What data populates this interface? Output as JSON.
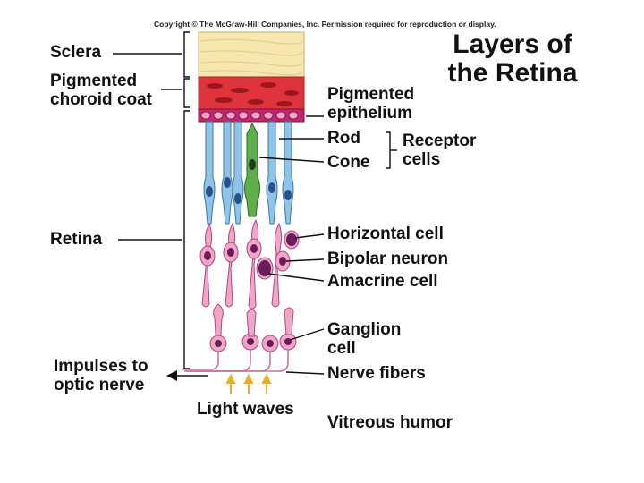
{
  "copyright": "Copyright © The McGraw-Hill Companies, Inc. Permission required for reproduction or display.",
  "title": {
    "line1": "Layers of",
    "line2": "the Retina"
  },
  "left_labels": {
    "sclera": "Sclera",
    "choroid_line1": "Pigmented",
    "choroid_line2": "choroid coat",
    "retina": "Retina",
    "impulses_line1": "Impulses to",
    "impulses_line2": "optic nerve"
  },
  "right_labels": {
    "pigmented_epithelium_line1": "Pigmented",
    "pigmented_epithelium_line2": "epithelium",
    "rod": "Rod",
    "cone": "Cone",
    "receptor_line1": "Receptor",
    "receptor_line2": "cells",
    "horizontal_cell": "Horizontal cell",
    "bipolar_neuron": "Bipolar neuron",
    "amacrine_cell": "Amacrine cell",
    "ganglion_line1": "Ganglion",
    "ganglion_line2": "cell",
    "nerve_fibers": "Nerve fibers",
    "vitreous_humor": "Vitreous humor"
  },
  "bottom_labels": {
    "light_waves": "Light waves"
  },
  "colors": {
    "sclera": "#f6e7b0",
    "choroid": "#e0343c",
    "epithelium": "#c2266e",
    "rod": "#8fc4e6",
    "cone": "#5fae4a",
    "neuron": "#f0a6c8",
    "nucleus": "#6a1d5a",
    "light": "#e8b020"
  }
}
